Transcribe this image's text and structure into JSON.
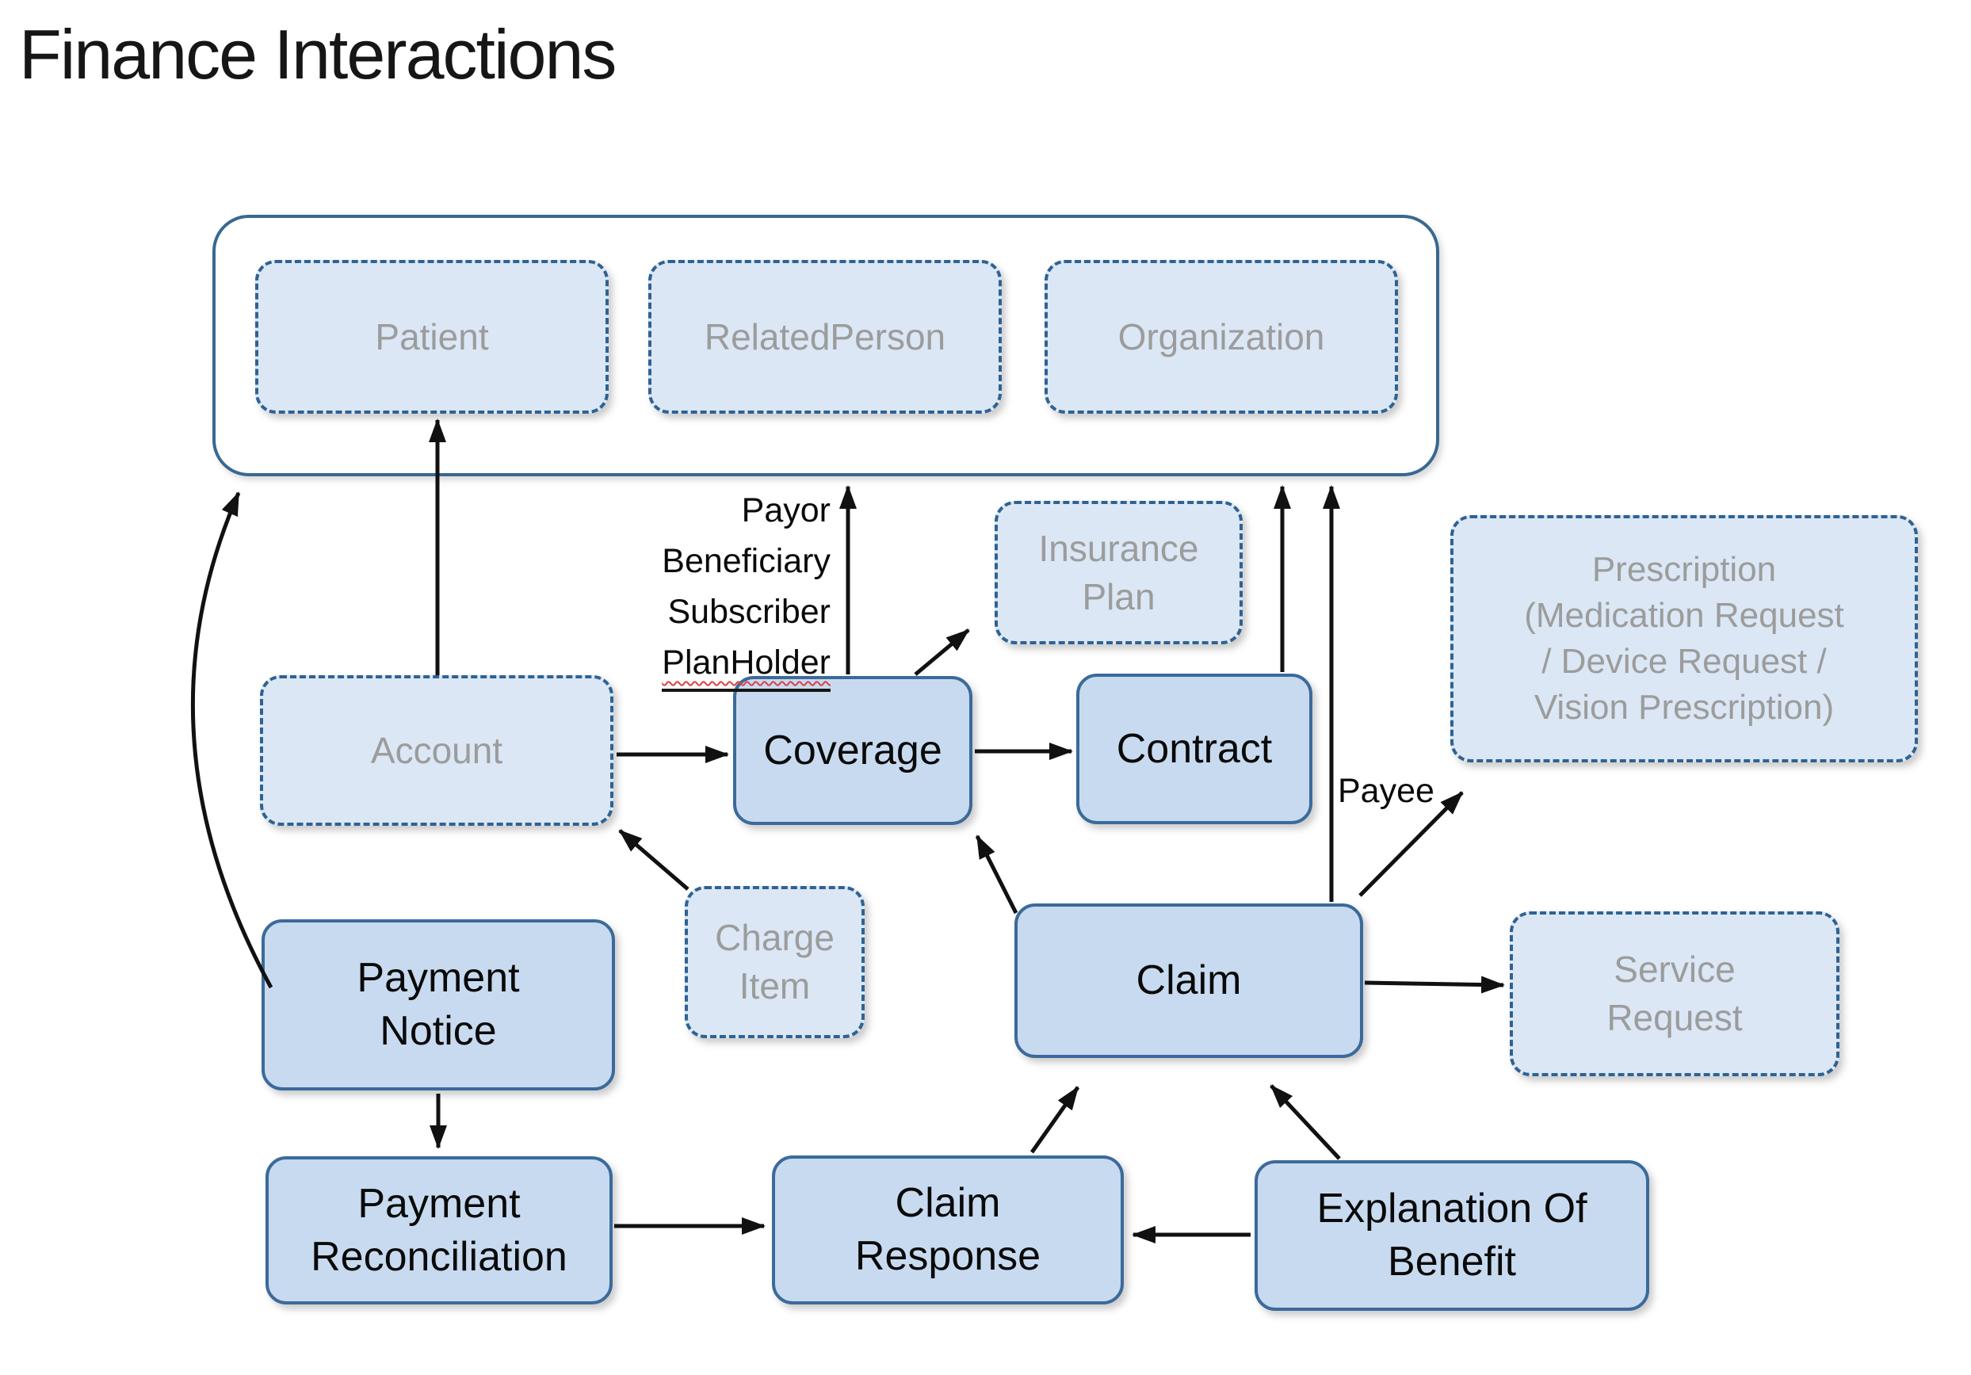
{
  "title": "Finance Interactions",
  "diagram": {
    "party_group": {
      "description": "container of party resources",
      "nodes": {
        "patient": {
          "label": "Patient",
          "style": "dashed"
        },
        "related_person": {
          "label": "RelatedPerson",
          "style": "dashed"
        },
        "organization": {
          "label": "Organization",
          "style": "dashed"
        }
      }
    },
    "nodes": {
      "account": {
        "label": "Account",
        "style": "dashed"
      },
      "coverage": {
        "label": "Coverage",
        "style": "solid"
      },
      "contract": {
        "label": "Contract",
        "style": "solid"
      },
      "insurance_plan": {
        "label": "Insurance\nPlan",
        "style": "dashed"
      },
      "prescription": {
        "label": "Prescription\n(Medication Request\n/ Device Request /\nVision Prescription)",
        "style": "dashed"
      },
      "charge_item": {
        "label": "Charge\nItem",
        "style": "dashed"
      },
      "claim": {
        "label": "Claim",
        "style": "solid"
      },
      "service_request": {
        "label": "Service\nRequest",
        "style": "dashed"
      },
      "payment_notice": {
        "label": "Payment\nNotice",
        "style": "solid"
      },
      "payment_reconciliation": {
        "label": "Payment\nReconciliation",
        "style": "solid"
      },
      "claim_response": {
        "label": "Claim\nResponse",
        "style": "solid"
      },
      "explanation_of_benefit": {
        "label": "Explanation Of\nBenefit",
        "style": "solid"
      }
    },
    "edge_labels": {
      "coverage_to_party": {
        "line1": "Payor",
        "line2": "Beneficiary",
        "line3": "Subscriber",
        "line4": "PlanHolder"
      },
      "claim_payee": "Payee"
    },
    "colors": {
      "solid_fill": "#c8daef",
      "solid_border": "#3b6a9b",
      "dashed_fill": "#dbe7f5",
      "dashed_border": "#2f6293",
      "group_border": "#386890",
      "muted_text": "#9c9c9c",
      "dark_text": "#0a0a0a",
      "arrow": "#111111",
      "spellcheck_squiggle": "#e04040"
    }
  }
}
